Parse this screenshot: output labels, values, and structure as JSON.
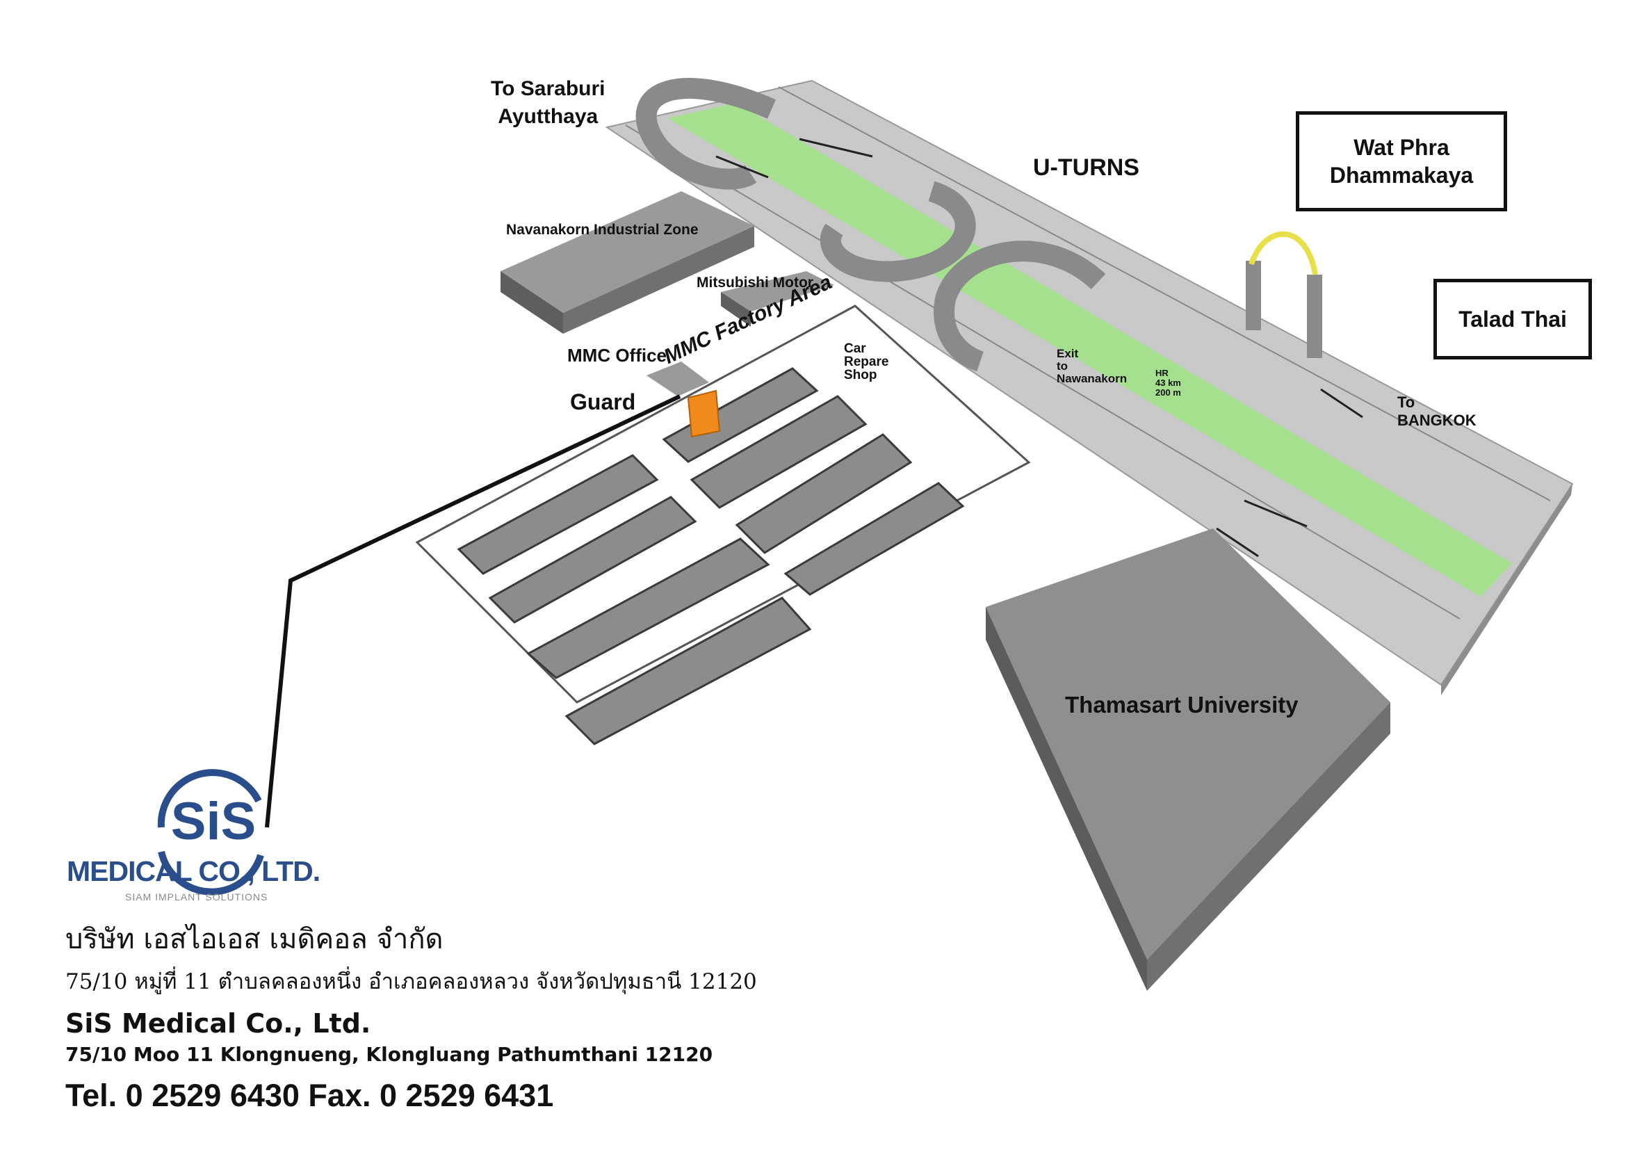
{
  "places": {
    "saraburi": "To Saraburi\nAyutthaya",
    "uturns": "U-TURNS",
    "wat_phra": "Wat Phra\nDhammakaya",
    "talad_thai": "Talad Thai",
    "navanakorn": "Navanakorn Industrial Zone",
    "mitsubishi": "Mitsubishi Motor",
    "mmc_office": "MMC Office",
    "guard": "Guard",
    "mmc_factory": "MMC Factory Area",
    "car_repair": "Car\nRepare\nShop",
    "exit_nawanakorn": "Exit\nto\nNawanakorn",
    "km_marker": "HR\n43 km\n200 m",
    "to_bangkok": "To\nBANGKOK",
    "thamasart": "Thamasart University"
  },
  "logo": {
    "mark": "SiS",
    "company": "MEDICAL CO., LTD.",
    "tagline": "SIAM IMPLANT SOLUTIONS"
  },
  "footer": {
    "thai_name": "บริษัท เอสไอเอส เมดิคอล จำกัด",
    "thai_address": "75/10 หมู่ที่ 11 ตำบลคลองหนึ่ง อำเภอคลองหลวง จังหวัดปทุมธานี 12120",
    "en_name": "SiS Medical Co., Ltd.",
    "en_address": "75/10  Moo 11  Klongnueng, Klongluang Pathumthani  12120",
    "contact": "Tel. 0 2529 6430 Fax. 0 2529 6431"
  },
  "colors": {
    "road": "#c8c8c8",
    "median": "#9ee08a",
    "building": "#8f8f8f",
    "building_side": "#5c5c5c",
    "highlight": "#f08a1c",
    "logo_blue": "#2a4e8c",
    "arch": "#e8e04a"
  }
}
